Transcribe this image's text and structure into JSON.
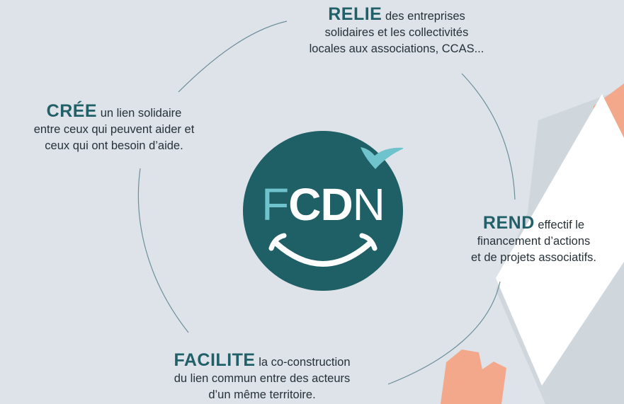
{
  "logo": {
    "letters": [
      "F",
      "CD",
      "N"
    ],
    "colors": {
      "circle": "#1f5f66",
      "accent": "#6fc3cc",
      "text": "#ffffff"
    }
  },
  "blocks": {
    "relie": {
      "keyword": "RELIE",
      "lines": [
        "des entreprises",
        "solidaires et les collectivités",
        "locales aux associations, CCAS..."
      ]
    },
    "cree": {
      "keyword": "CRÉE",
      "lines": [
        "un lien solidaire",
        "entre ceux qui peuvent aider et",
        "ceux qui ont besoin d’aide."
      ]
    },
    "rend": {
      "keyword": "REND",
      "lines": [
        "effectif le",
        "financement d’actions",
        "et de projets associatifs."
      ]
    },
    "facilite": {
      "keyword": "FACILITE",
      "lines": [
        "la co-construction",
        "du lien commun entre des acteurs",
        "d’un même territoire."
      ]
    }
  },
  "colors": {
    "background": "#dde3e8",
    "keyword": "#216068",
    "body_text": "#263238",
    "hand": "#f3a88c",
    "sleeve": "#ffffff",
    "cycle_line": "#6e8f9a"
  }
}
